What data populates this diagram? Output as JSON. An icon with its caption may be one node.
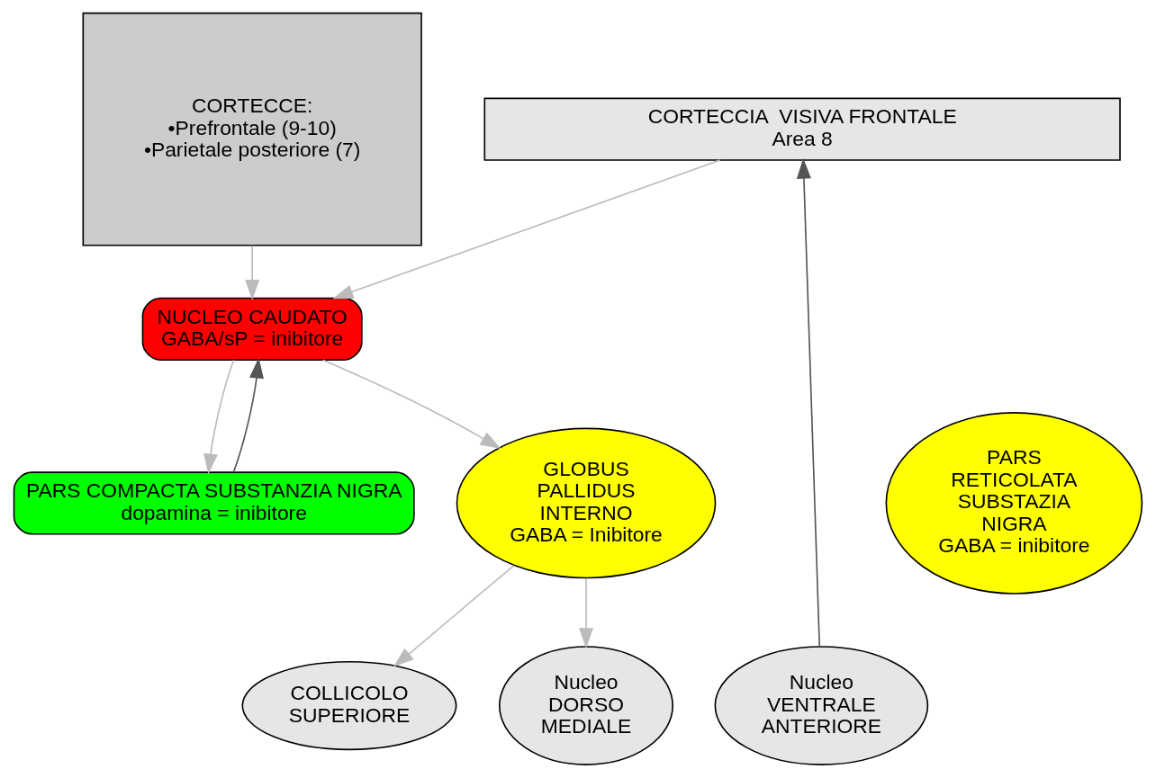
{
  "diagram": {
    "nodes": [
      {
        "text": [
          "CORTECCE:",
          "•Prefrontale (9-10) •Parietale posteriore (7)"
        ]
      },
      {
        "text": [
          "CORTECCIA  VISIVA FRONTALE",
          "Area 8"
        ]
      },
      {
        "text": [
          "NUCLEO CAUDATO",
          "GABA/sP = inibitore"
        ]
      },
      {
        "text": [
          "PARS COMPACTA SUBSTANZIA NIGRA",
          "dopamina = inibitore"
        ]
      },
      {
        "text": [
          "GLOBUS PALLIDUS INTERNO",
          "GABA = Inibitore"
        ]
      },
      {
        "text": [
          "PARS RETICOLATA SUBSTAZIA NIGRA",
          "GABA = inibitore"
        ]
      },
      {
        "text": [
          "COLLICOLO SUPERIORE"
        ]
      },
      {
        "text": [
          "Nucleo DORSO MEDIALE"
        ]
      },
      {
        "text": [
          "Nucleo VENTRALE ANTERIORE"
        ]
      }
    ],
    "edges": [
      {
        "from": 0,
        "to": 2,
        "arrow": "to"
      },
      {
        "from": 1,
        "to": 2,
        "arrow": "to"
      },
      {
        "from": 2,
        "to": 4,
        "arrow": "to"
      },
      {
        "from": 2,
        "to": 3,
        "arrow": "to"
      },
      {
        "from": 3,
        "to": 2,
        "arrow": "to",
        "color": "#555555"
      },
      {
        "from": 4,
        "to": 6,
        "arrow": "to"
      },
      {
        "from": 4,
        "to": 7,
        "arrow": "to"
      },
      {
        "from": 8,
        "to": 1,
        "arrow": "to",
        "color": "#555555"
      }
    ]
  }
}
